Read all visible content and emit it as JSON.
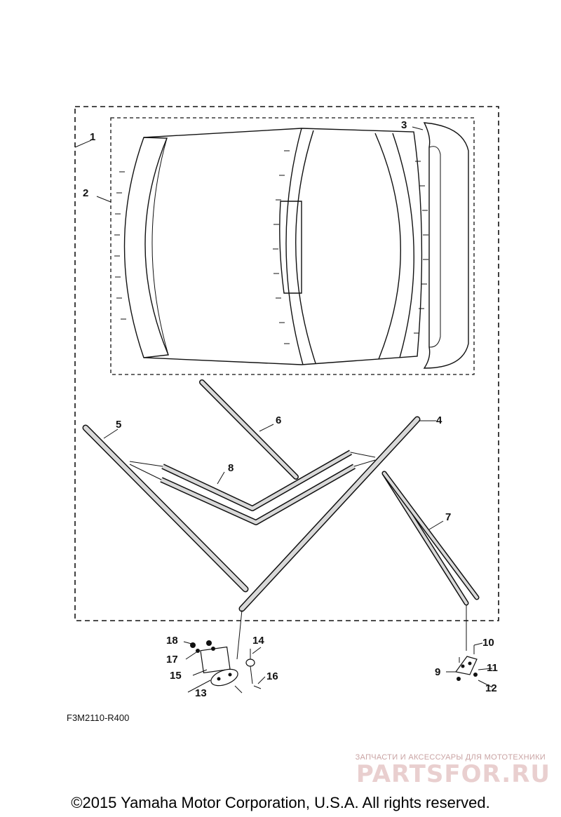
{
  "callouts": {
    "c1": "1",
    "c2": "2",
    "c3": "3",
    "c4": "4",
    "c5": "5",
    "c6": "6",
    "c7": "7",
    "c8": "8",
    "c9": "9",
    "c10": "10",
    "c11": "11",
    "c12": "12",
    "c13": "13",
    "c14": "14",
    "c15": "15",
    "c16": "16",
    "c17": "17",
    "c18": "18"
  },
  "diagram_code": "F3M2110-R400",
  "watermark": {
    "tagline": "ЗАПЧАСТИ И АКСЕССУАРЫ ДЛЯ МОТОТЕХНИКИ",
    "brand": "PARTSFOR.RU"
  },
  "copyright": "©2015 Yamaha Motor Corporation, U.S.A. All rights reserved."
}
